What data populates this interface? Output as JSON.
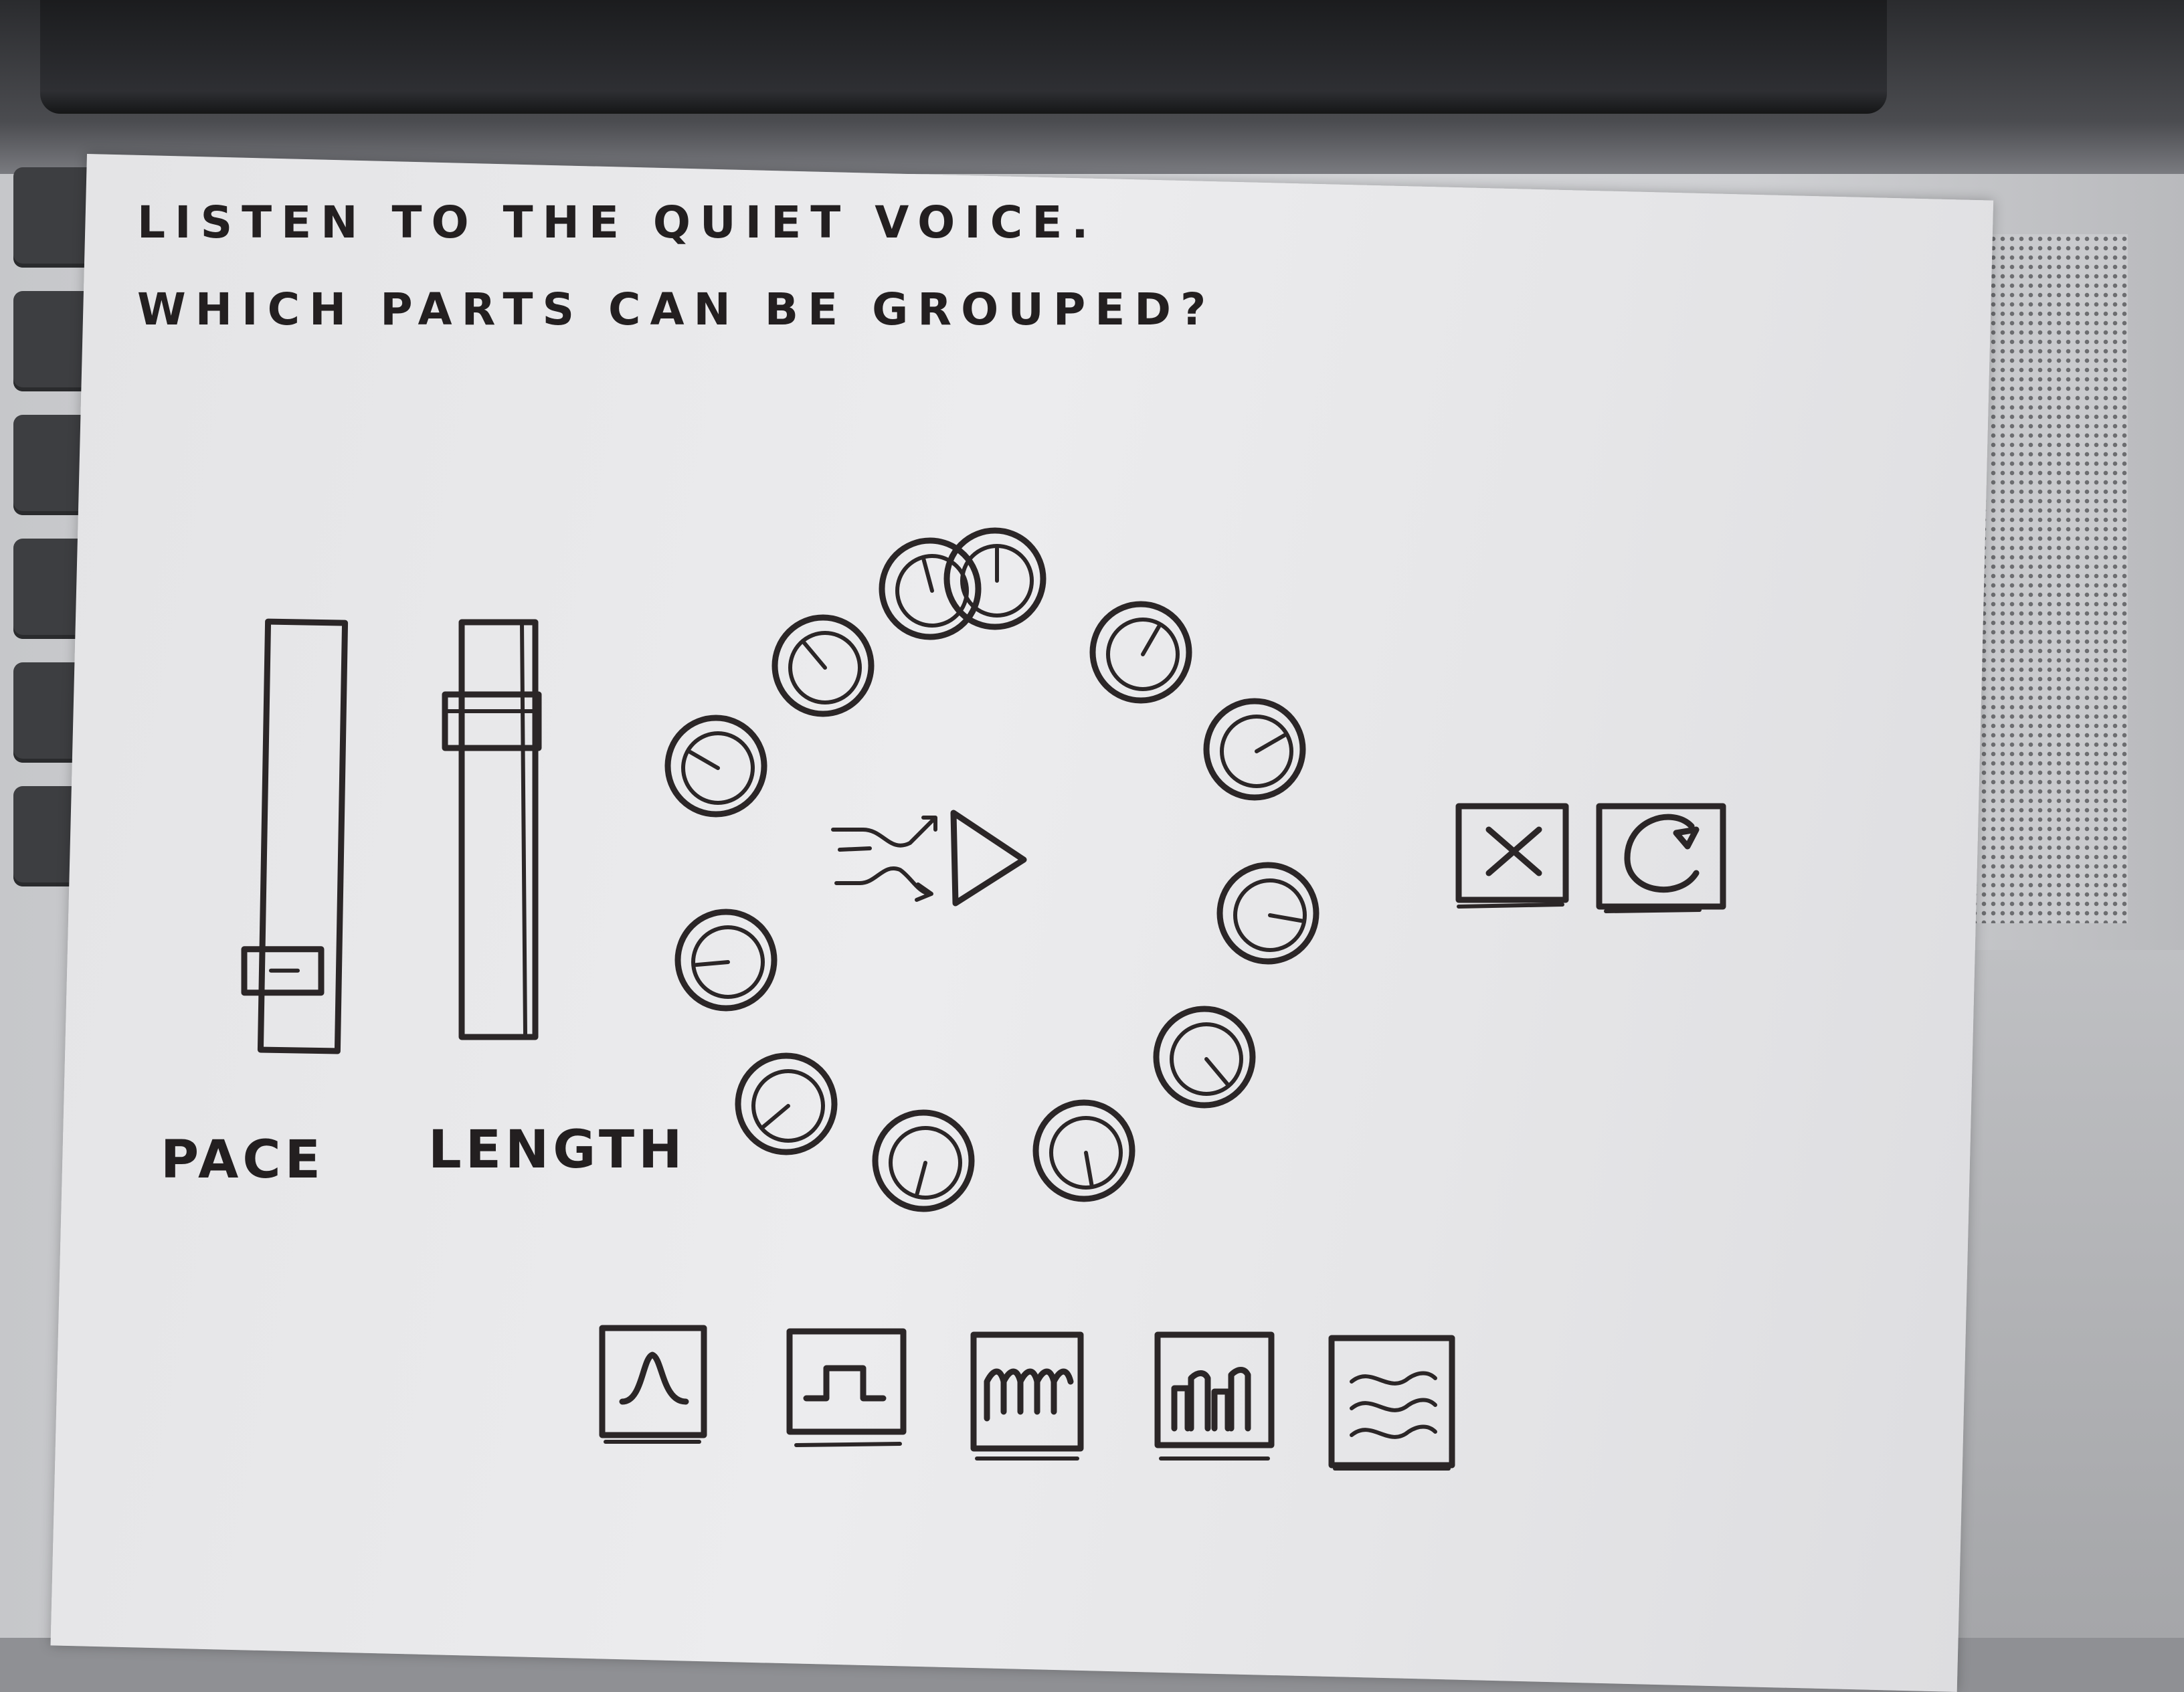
{
  "prompt": {
    "line1": "LISTEN TO THE QUIET VOICE.",
    "line2": "WHICH PARTS CAN BE GROUPED?"
  },
  "sliders": {
    "pace_label": "PACE",
    "length_label": "LENGTH",
    "pace_level": 0.15,
    "length_level": 0.8
  },
  "knobs": {
    "count": 12,
    "angles_deg": [
      0,
      30,
      60,
      100,
      140,
      170,
      195,
      230,
      265,
      300,
      320,
      345
    ]
  },
  "controls": {
    "shuffle_icon": "shuffle-icon",
    "play_icon": "play-icon",
    "close_icon": "close-icon",
    "reload_icon": "reload-icon"
  },
  "waveforms": [
    "bell-curve-icon",
    "square-pulse-icon",
    "comb-wave-icon",
    "bars-icon",
    "waves-icon"
  ],
  "colors": {
    "ink": "#2b2627",
    "paper": "#e8e8ea",
    "laptop": "#c9cacd"
  }
}
